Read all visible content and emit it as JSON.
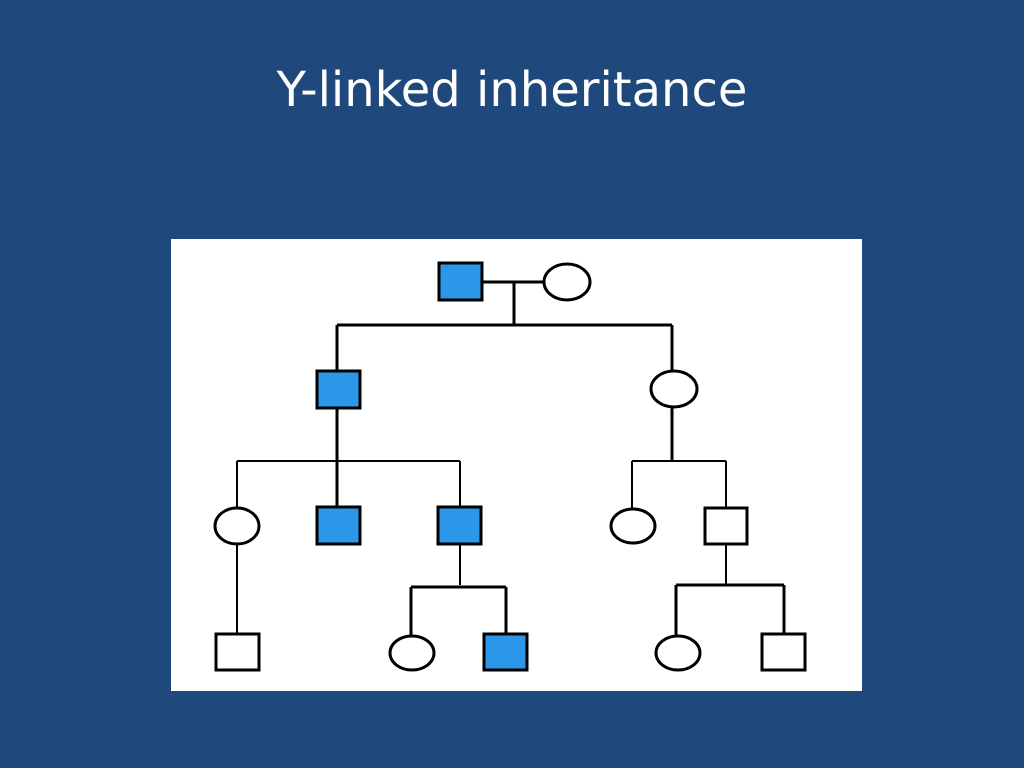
{
  "slide": {
    "title": "Y-linked inheritance"
  },
  "legend_colors": {
    "affected_fill": "#2c96e8",
    "unaffected_fill": "#ffffff",
    "outline": "#000000",
    "background": "#1f497d"
  },
  "pedigree": {
    "generations": [
      {
        "generation": 1,
        "members": [
          {
            "id": "g1-father",
            "sex": "male",
            "affected": true
          },
          {
            "id": "g1-mother",
            "sex": "female",
            "affected": false
          }
        ]
      },
      {
        "generation": 2,
        "members": [
          {
            "id": "g2-son",
            "sex": "male",
            "affected": true
          },
          {
            "id": "g2-daughter",
            "sex": "female",
            "affected": false
          }
        ]
      },
      {
        "generation": 3,
        "members": [
          {
            "id": "g3-f1",
            "sex": "female",
            "affected": false
          },
          {
            "id": "g3-m1",
            "sex": "male",
            "affected": true
          },
          {
            "id": "g3-m2",
            "sex": "male",
            "affected": true
          },
          {
            "id": "g3-f2",
            "sex": "female",
            "affected": false
          },
          {
            "id": "g3-m3",
            "sex": "male",
            "affected": false
          }
        ]
      },
      {
        "generation": 4,
        "members": [
          {
            "id": "g4-m1",
            "sex": "male",
            "affected": false
          },
          {
            "id": "g4-f1",
            "sex": "female",
            "affected": false
          },
          {
            "id": "g4-m2",
            "sex": "male",
            "affected": true
          },
          {
            "id": "g4-f2",
            "sex": "female",
            "affected": false
          },
          {
            "id": "g4-m3",
            "sex": "male",
            "affected": false
          }
        ]
      }
    ]
  }
}
